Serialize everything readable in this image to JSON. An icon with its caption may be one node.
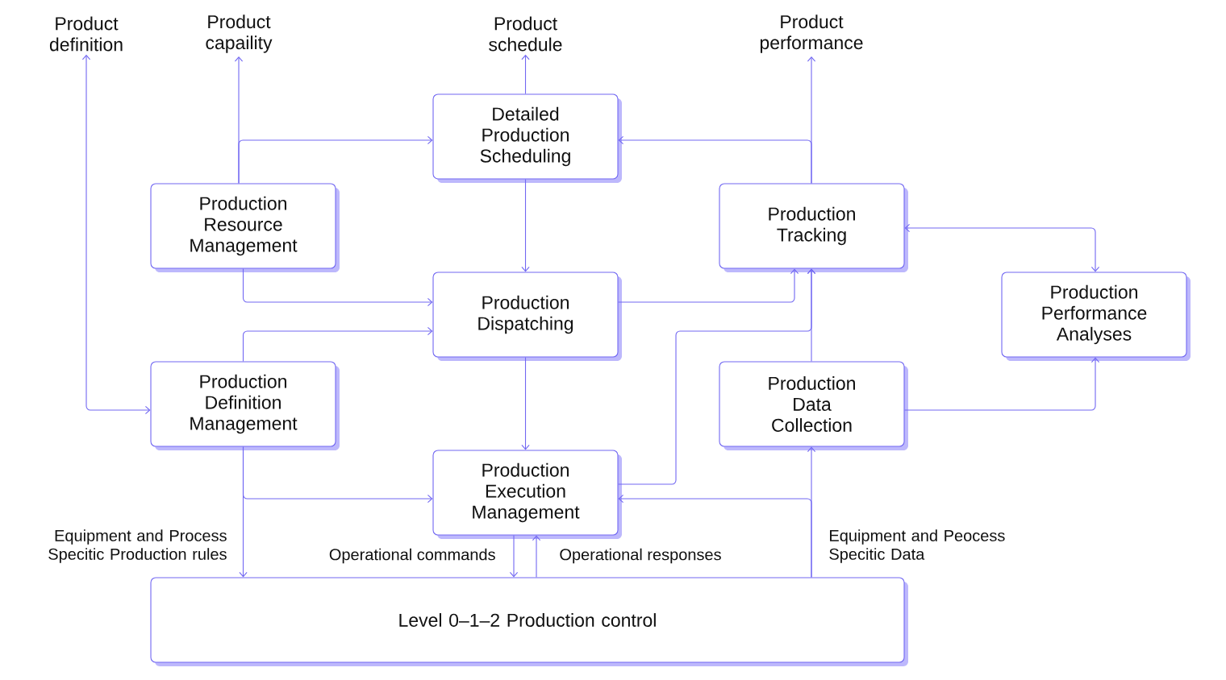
{
  "diagram": {
    "nodes": [
      {
        "text": [
          "Product definition"
        ]
      },
      {
        "text": [
          "Product capaility"
        ]
      },
      {
        "text": [
          "Product schedule"
        ]
      },
      {
        "text": [
          "Product performance"
        ]
      },
      {
        "text": [
          "Detailed Production Scheduling"
        ]
      },
      {
        "text": [
          "Production Resource Management"
        ]
      },
      {
        "text": [
          "Production Tracking"
        ]
      },
      {
        "text": [
          "Production Dispatching"
        ]
      },
      {
        "text": [
          "Production Performance Analyses"
        ]
      },
      {
        "text": [
          "Production Definition Management"
        ]
      },
      {
        "text": [
          "Production Data Collection"
        ]
      },
      {
        "text": [
          "Production Execution Management"
        ]
      },
      {
        "text": [
          "Level 0–1–2 Production control"
        ]
      }
    ],
    "edges": [
      {
        "from": 9,
        "to": 0,
        "arrow": "both"
      },
      {
        "from": 5,
        "to": 1,
        "arrow": "to"
      },
      {
        "from": 5,
        "to": 4,
        "arrow": "to"
      },
      {
        "from": 4,
        "to": 2,
        "arrow": "to"
      },
      {
        "from": 6,
        "to": 3,
        "arrow": "to"
      },
      {
        "from": 6,
        "to": 4,
        "arrow": "to"
      },
      {
        "from": 6,
        "to": 8,
        "arrow": "both"
      },
      {
        "from": 4,
        "to": 7,
        "arrow": "to"
      },
      {
        "from": 5,
        "to": 7,
        "arrow": "to"
      },
      {
        "from": 9,
        "to": 7,
        "arrow": "to"
      },
      {
        "from": 7,
        "to": 6,
        "arrow": "to"
      },
      {
        "from": 11,
        "to": 6,
        "arrow": "to"
      },
      {
        "from": 10,
        "to": 6,
        "arrow": "to"
      },
      {
        "from": 10,
        "to": 8,
        "arrow": "to"
      },
      {
        "from": 7,
        "to": 11,
        "arrow": "to"
      },
      {
        "from": 9,
        "to": 11,
        "arrow": "to"
      },
      {
        "from": 9,
        "to": 12,
        "arrow": "to",
        "label": "Equipment and Process Specitic Production rules"
      },
      {
        "from": 12,
        "to": 10,
        "arrow": "to",
        "label": "Equipment and Peocess Specitic Data"
      },
      {
        "from": 12,
        "to": 11,
        "arrow": "to"
      },
      {
        "from": 11,
        "to": 12,
        "arrow": "to",
        "label": "Operational commands"
      },
      {
        "from": 12,
        "to": 11,
        "arrow": "to",
        "label": "Operational responses"
      }
    ]
  }
}
